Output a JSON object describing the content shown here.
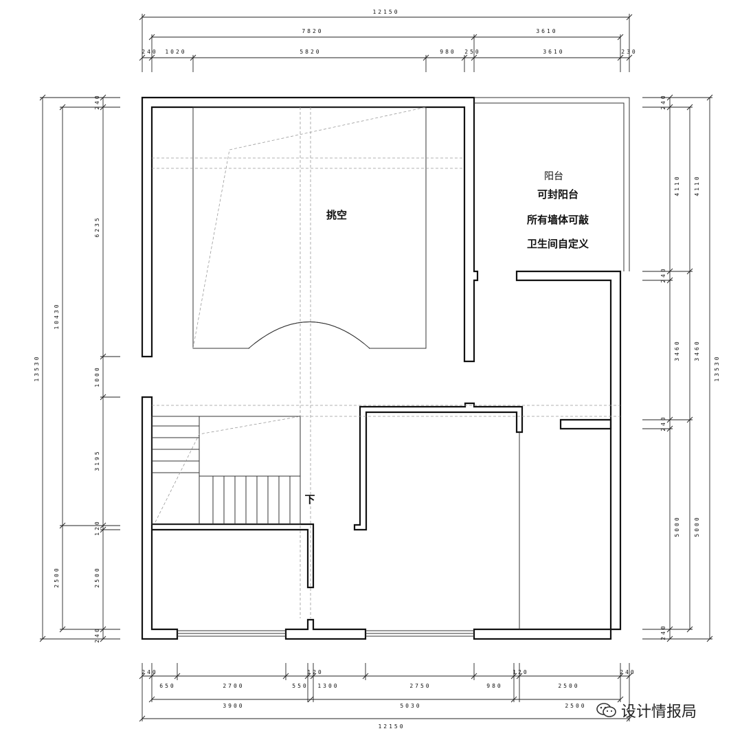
{
  "dims": {
    "top_overall": "12150",
    "top_mid": [
      "7820",
      "3610"
    ],
    "top_detail": [
      "240",
      "1020",
      "5820",
      "980",
      "250",
      "3610",
      "230"
    ],
    "left_overall": "13530",
    "left_mid": [
      "10430",
      "2500"
    ],
    "left_detail": [
      "240",
      "6235",
      "1000",
      "3195",
      "120",
      "2500",
      "240"
    ],
    "right_overall": "13530",
    "right_mid": [
      "4110",
      "3460",
      "5000"
    ],
    "right_detail": [
      "240",
      "4110",
      "240",
      "3460",
      "240",
      "5000",
      "240"
    ],
    "bottom_detail": [
      "240",
      "650",
      "2700",
      "550",
      "120",
      "1300",
      "2750",
      "980",
      "120",
      "2500",
      "240"
    ],
    "bottom_mid": [
      "3900",
      "5030",
      "2500"
    ],
    "bottom_overall": "12150"
  },
  "labels": {
    "void": "挑空",
    "balcony": "阳台",
    "note1": "可封阳台",
    "note2": "所有墙体可敲",
    "note3": "卫生间自定义",
    "stair_down": "下"
  },
  "watermark": {
    "text": "设计情报局",
    "icon": "wechat-icon"
  }
}
